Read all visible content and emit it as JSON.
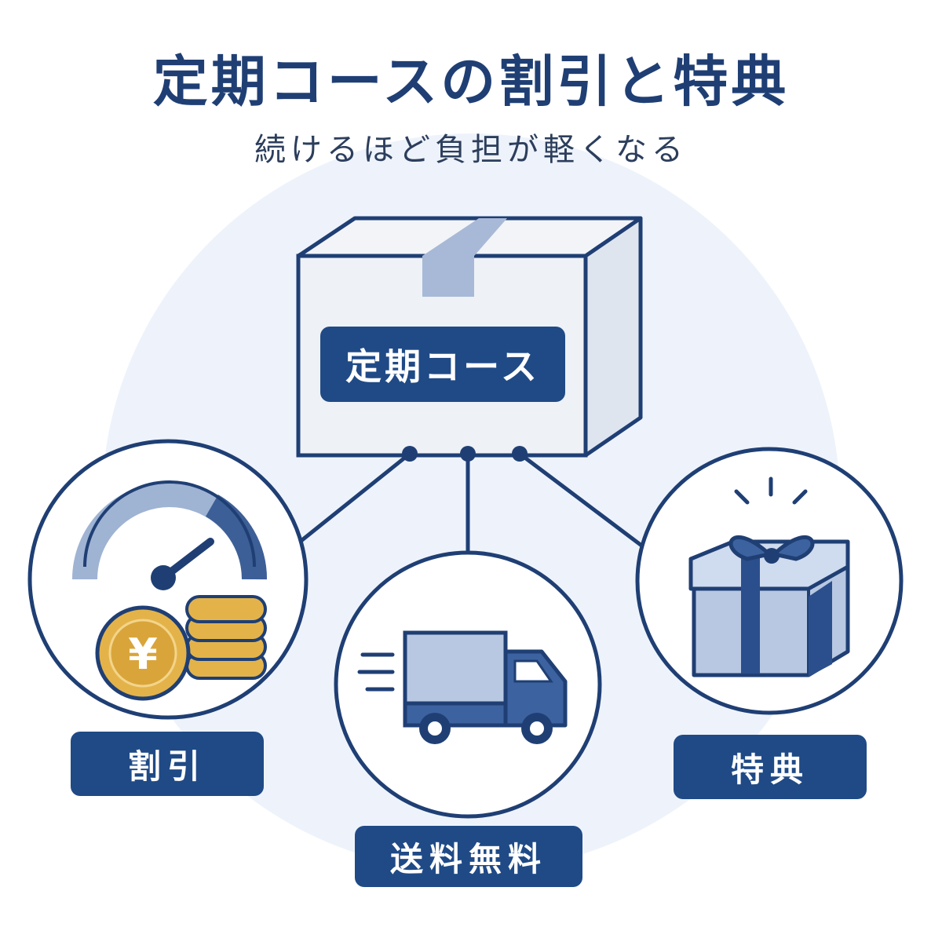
{
  "title": "定期コースの割引と特典",
  "subtitle": "続けるほど負担が軽くなる",
  "center": {
    "label": "定期コース"
  },
  "benefits": [
    {
      "label": "割引",
      "icon": "gauge-coins-icon"
    },
    {
      "label": "送料無料",
      "icon": "delivery-truck-icon"
    },
    {
      "label": "特典",
      "icon": "gift-box-icon"
    }
  ],
  "colors": {
    "navy": "#1f4a86",
    "title": "#1f3f74",
    "light_blue": "#b8c8e2",
    "bg_circle": "#eef3fb",
    "gold": "#e3b34a"
  }
}
